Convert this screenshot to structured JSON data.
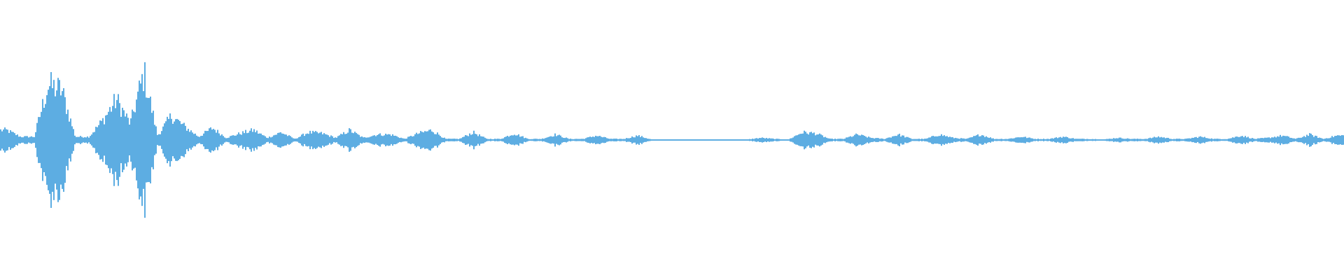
{
  "chart_data": {
    "type": "area",
    "title": "",
    "xlabel": "",
    "ylabel": "",
    "grid": false,
    "legend": "none",
    "ylim": [
      -1,
      1
    ],
    "color": "#5dade2",
    "series": [
      {
        "envelope": [
          0.09,
          0.03,
          0.03,
          0.5,
          0.46,
          0.03,
          0.03,
          0.18,
          0.37,
          0.15,
          0.61,
          0.04,
          0.22,
          0.12,
          0.03,
          0.11,
          0.02,
          0.06,
          0.09,
          0.02,
          0.07,
          0.01,
          0.07,
          0.06,
          0.02,
          0.09,
          0.02,
          0.05,
          0.05,
          0.01,
          0.06,
          0.09,
          0.01,
          0.01,
          0.07,
          0.01,
          0.01,
          0.06,
          0.01,
          0.01,
          0.05,
          0.01,
          0.01,
          0.04,
          0.01,
          0.01,
          0.04,
          0.005,
          0.005,
          0.005,
          0.005,
          0.005,
          0.005,
          0.005,
          0.005,
          0.02,
          0.01,
          0.005,
          0.07,
          0.06,
          0.01,
          0.01,
          0.05,
          0.02,
          0.01,
          0.05,
          0.01,
          0.01,
          0.05,
          0.02,
          0.01,
          0.05,
          0.01,
          0.01,
          0.03,
          0.01,
          0.01,
          0.03,
          0.01,
          0.01,
          0.005,
          0.02,
          0.01,
          0.01,
          0.03,
          0.01,
          0.01,
          0.03,
          0.01,
          0.01,
          0.04,
          0.01,
          0.02,
          0.04,
          0.01,
          0.05,
          0.01,
          0.04
        ]
      }
    ]
  }
}
